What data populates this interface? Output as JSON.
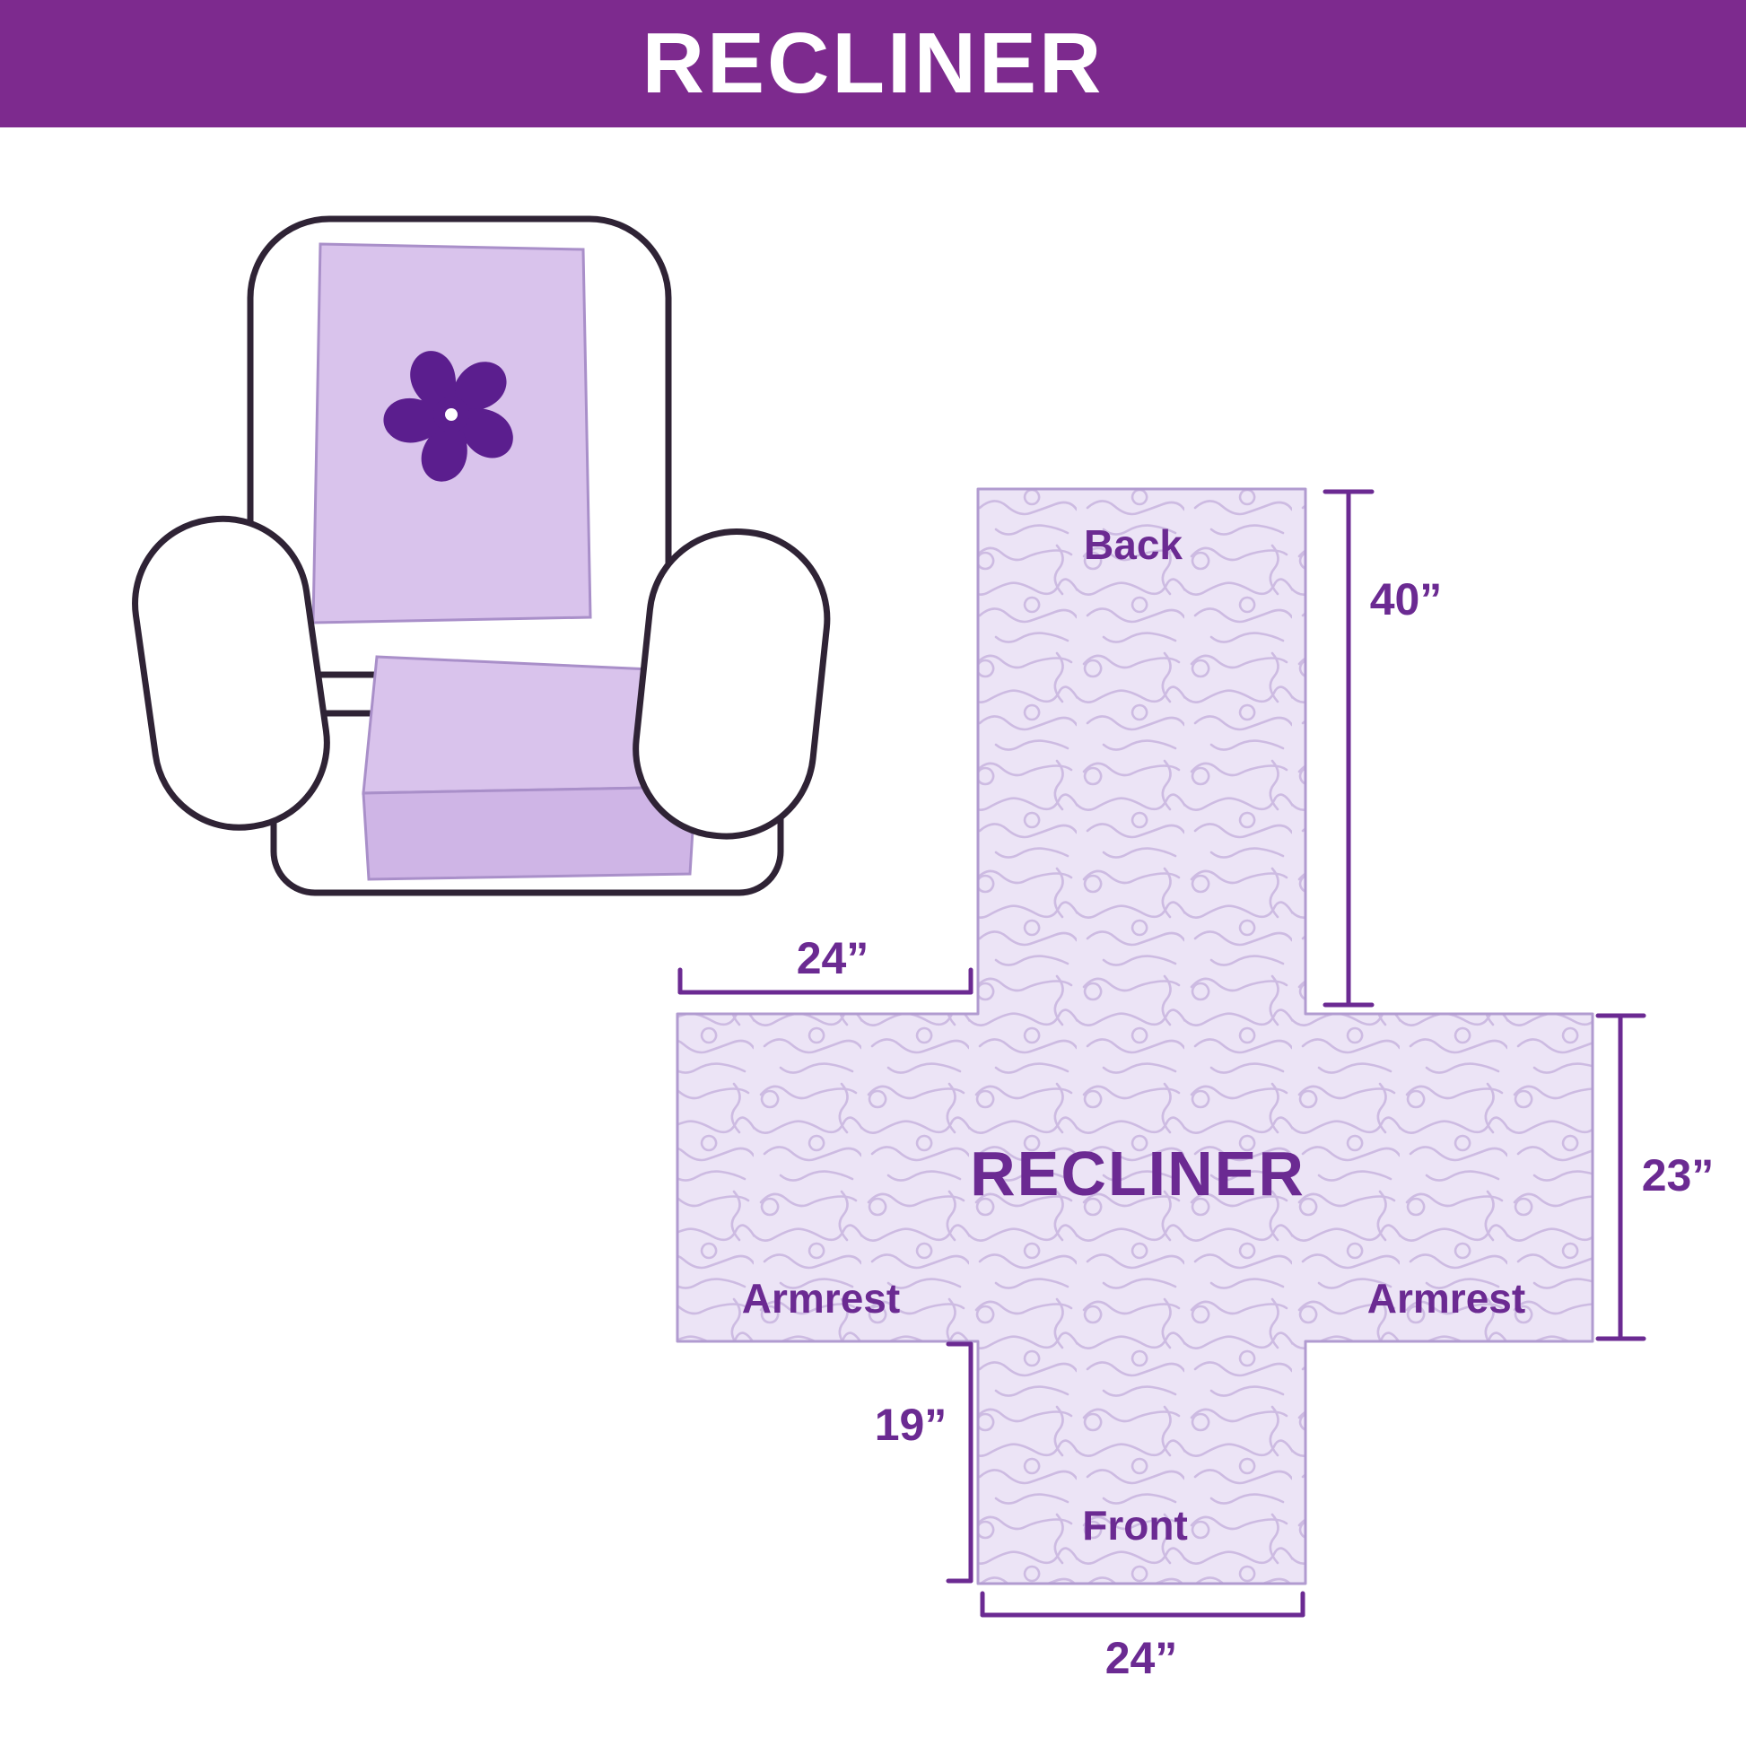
{
  "banner": {
    "title": "RECLINER"
  },
  "diagram": {
    "center_label": "RECLINER",
    "labels": {
      "back": "Back",
      "front": "Front",
      "armrest_left": "Armrest",
      "armrest_right": "Armrest"
    },
    "dims": {
      "back_height": "40”",
      "armrest_top_width": "24”",
      "armrest_side_height": "23”",
      "front_side_height": "19”",
      "front_bottom_width": "24”"
    }
  },
  "colors": {
    "banner_bg": "#7d2a8e",
    "label_purple": "#6b2a92",
    "cover_fill": "#ece4f6",
    "quilt_squiggle": "#cdbbe2",
    "cover_outline": "#b19bd0",
    "chair_cover": "#d9c3ec",
    "chair_outline": "#2f2335",
    "logo_purple": "#5b1e8e"
  }
}
